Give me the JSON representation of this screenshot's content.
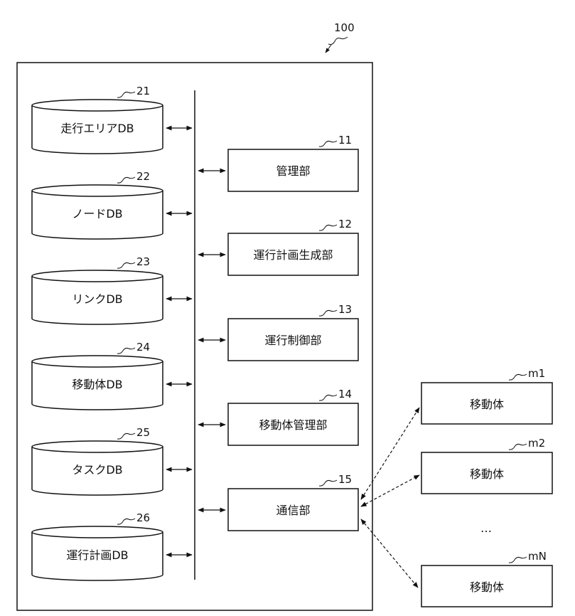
{
  "system": {
    "ref": "100"
  },
  "databases": [
    {
      "ref": "21",
      "label": "走行エリアDB"
    },
    {
      "ref": "22",
      "label": "ノードDB"
    },
    {
      "ref": "23",
      "label": "リンクDB"
    },
    {
      "ref": "24",
      "label": "移動体DB"
    },
    {
      "ref": "25",
      "label": "タスクDB"
    },
    {
      "ref": "26",
      "label": "運行計画DB"
    }
  ],
  "units": [
    {
      "ref": "11",
      "label": "管理部"
    },
    {
      "ref": "12",
      "label": "運行計画生成部"
    },
    {
      "ref": "13",
      "label": "運行制御部"
    },
    {
      "ref": "14",
      "label": "移動体管理部"
    },
    {
      "ref": "15",
      "label": "通信部"
    }
  ],
  "mobiles": [
    {
      "ref": "m1",
      "label": "移動体"
    },
    {
      "ref": "m2",
      "label": "移動体"
    },
    {
      "ref": "mN",
      "label": "移動体"
    }
  ],
  "ellipsis": "…"
}
